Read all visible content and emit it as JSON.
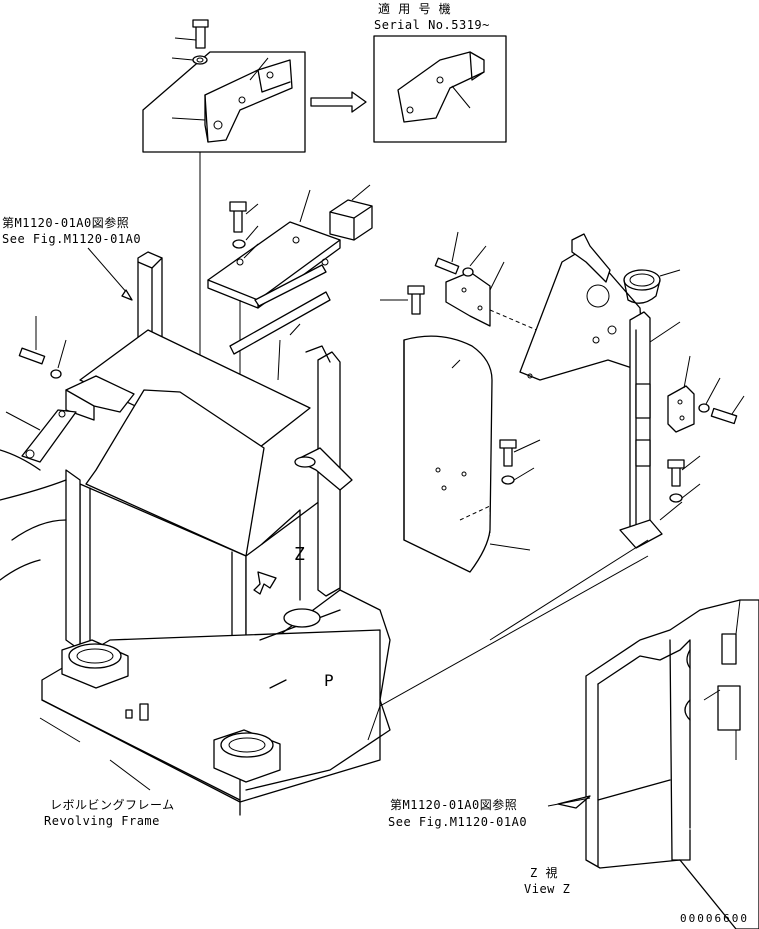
{
  "serial_note": {
    "line1": "適 用 号 機",
    "line2": "Serial No.5319~"
  },
  "ref_top": {
    "line1": "第M1120-01A0図参照",
    "line2": "See Fig.M1120-01A0"
  },
  "ref_bottom": {
    "line1": "第M1120-01A0図参照",
    "line2": "See Fig.M1120-01A0"
  },
  "frame_label": {
    "line1": "レボルビングフレーム",
    "line2": "Revolving Frame"
  },
  "view_label": {
    "line1": "Z 視",
    "line2": "View Z"
  },
  "z_marker": "Z",
  "p_marker": "P",
  "drawing_number": "00006600"
}
